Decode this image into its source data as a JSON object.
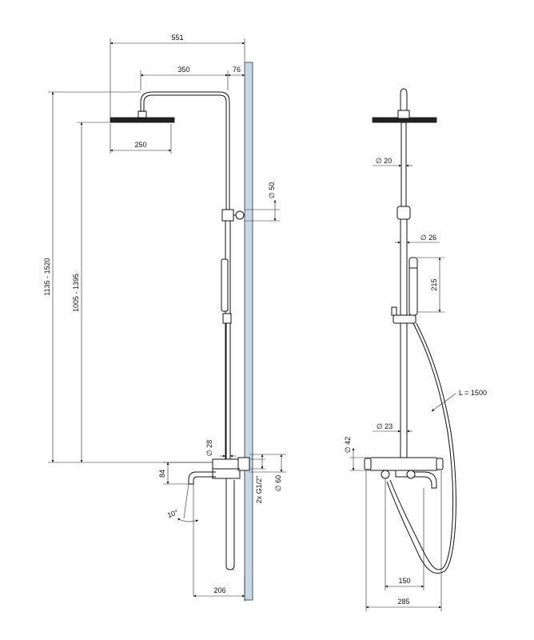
{
  "colors": {
    "line": "#111111",
    "wall": "#c8d7e6",
    "background": "#ffffff"
  },
  "side_view": {
    "total_width": "551",
    "arm_reach": "350",
    "wall_offset": "76",
    "head_diameter": "250",
    "height_range_outer": "1135 - 1520",
    "height_range_inner": "1005 - 1395",
    "bracket_size": "∅ 50",
    "pipe_diameter": "∅ 28",
    "spout_height": "84",
    "spout_angle": "10°",
    "connection": "2x G1/2\"",
    "valve_diameter": "∅ 60",
    "spout_projection": "206"
  },
  "front_view": {
    "upper_pipe": "∅ 20",
    "slider_pipe": "∅ 26",
    "hand_shower_length": "215",
    "hose_length": "L = 1500",
    "lower_pipe": "∅ 23",
    "body_diameter": "∅ 42",
    "connection_spacing": "150",
    "body_width": "285"
  }
}
